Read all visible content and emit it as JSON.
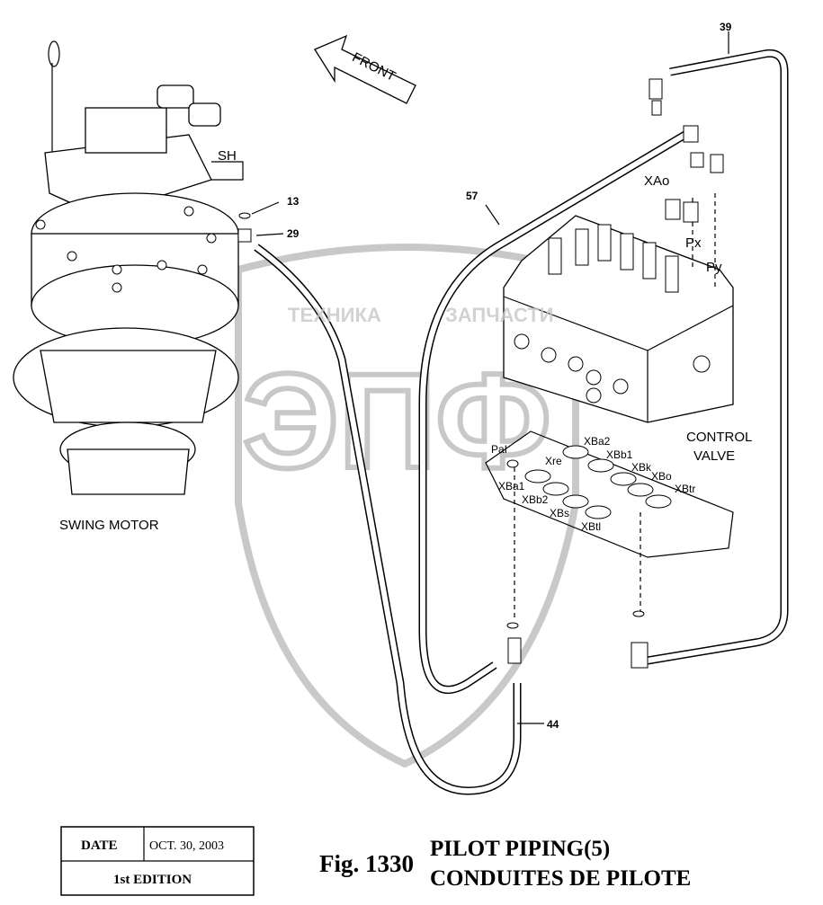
{
  "diagram": {
    "direction_arrow": "FRONT",
    "components": {
      "swing_motor": "SWING MOTOR",
      "control_valve_line1": "CONTROL",
      "control_valve_line2": "VALVE"
    },
    "port_labels": {
      "sh": "SH",
      "xao": "XAo",
      "px": "Px",
      "py": "Py",
      "pai": "PaI",
      "xba2": "XBa2",
      "xre": "Xre",
      "xbb1": "XBb1",
      "xbk": "XBk",
      "xbo": "XBo",
      "xba1": "XBa1",
      "xbtr": "XBtr",
      "xbb2": "XBb2",
      "xbs": "XBs",
      "xbtl": "XBtl"
    },
    "part_numbers": {
      "p13": "13",
      "p29": "29",
      "p57": "57",
      "p39": "39",
      "p44": "44"
    }
  },
  "title_block": {
    "date_label": "DATE",
    "date_value": "OCT. 30, 2003",
    "edition": "1st EDITION"
  },
  "figure": {
    "number": "Fig. 1330",
    "title_en": "PILOT PIPING(5)",
    "title_fr": "CONDUITES DE PILOTE"
  },
  "watermark": {
    "text": "ТЕХНИКА ЗАПЧАСТИ",
    "logo": "ЭПФ"
  }
}
